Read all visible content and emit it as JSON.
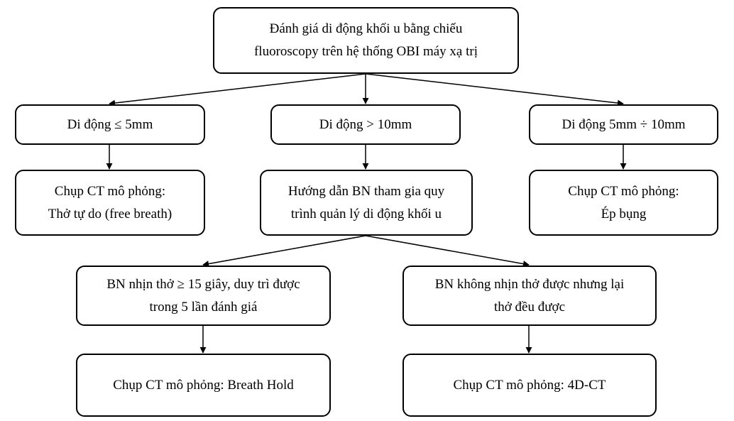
{
  "nodes": {
    "root": {
      "lines": [
        "Đánh giá di động khối u bằng chiếu",
        "fluoroscopy trên hệ thống OBI máy xạ trị"
      ]
    },
    "mobility_le5": {
      "lines": [
        "Di động ≤ 5mm"
      ]
    },
    "mobility_gt10": {
      "lines": [
        "Di động > 10mm"
      ]
    },
    "mobility_5_10": {
      "lines": [
        "Di động 5mm ÷ 10mm"
      ]
    },
    "ct_free_breath": {
      "lines": [
        "Chụp CT mô phỏng:",
        "Thở tự do (free breath)"
      ]
    },
    "guide_patient": {
      "lines": [
        "Hướng dẫn BN tham gia quy",
        "trình quản lý di động khối u"
      ]
    },
    "ct_abdominal": {
      "lines": [
        "Chụp CT mô phỏng:",
        "Ép bụng"
      ]
    },
    "breath_hold_ok": {
      "lines": [
        "BN nhịn thở ≥ 15 giây, duy trì được",
        "trong 5 lần đánh giá"
      ]
    },
    "regular_breath": {
      "lines": [
        "BN không nhịn thở được nhưng lại",
        "thở đều được"
      ]
    },
    "ct_breath_hold": {
      "lines": [
        "Chụp CT mô phỏng: Breath Hold"
      ]
    },
    "ct_4d": {
      "lines": [
        "Chụp CT mô phỏng: 4D-CT"
      ]
    }
  }
}
